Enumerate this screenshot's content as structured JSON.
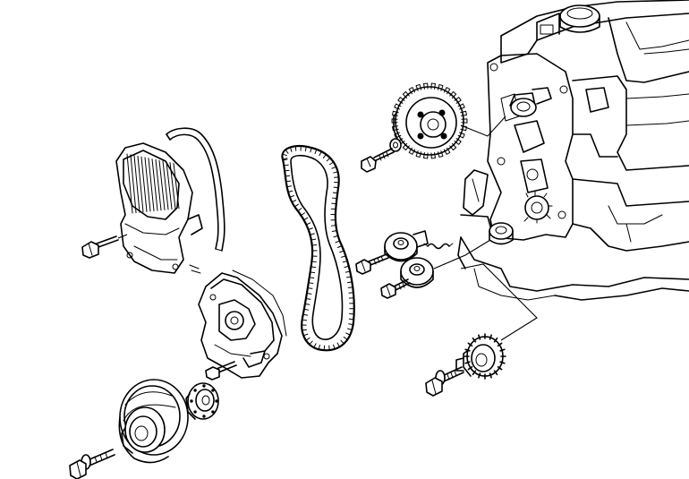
{
  "figure": {
    "style": "line-drawing",
    "ink_color": "#000000",
    "background_color": "#ffffff"
  },
  "parts": [
    {
      "id": "engine-block"
    },
    {
      "id": "camshaft-sprocket"
    },
    {
      "id": "camshaft-sprocket-bolt"
    },
    {
      "id": "camshaft-sprocket-washer"
    },
    {
      "id": "timing-belt"
    },
    {
      "id": "upper-timing-cover"
    },
    {
      "id": "upper-cover-gasket"
    },
    {
      "id": "upper-cover-bolt"
    },
    {
      "id": "lower-timing-cover"
    },
    {
      "id": "lower-cover-bolt"
    },
    {
      "id": "tensioner-pulley"
    },
    {
      "id": "tensioner-bolt"
    },
    {
      "id": "tensioner-spring"
    },
    {
      "id": "idler-pulley"
    },
    {
      "id": "idler-bolt"
    },
    {
      "id": "crankshaft-sprocket"
    },
    {
      "id": "crankshaft-sprocket-bolt"
    },
    {
      "id": "crankshaft-pulley"
    },
    {
      "id": "crankshaft-pulley-bolt"
    },
    {
      "id": "belt-guide-plate"
    }
  ]
}
